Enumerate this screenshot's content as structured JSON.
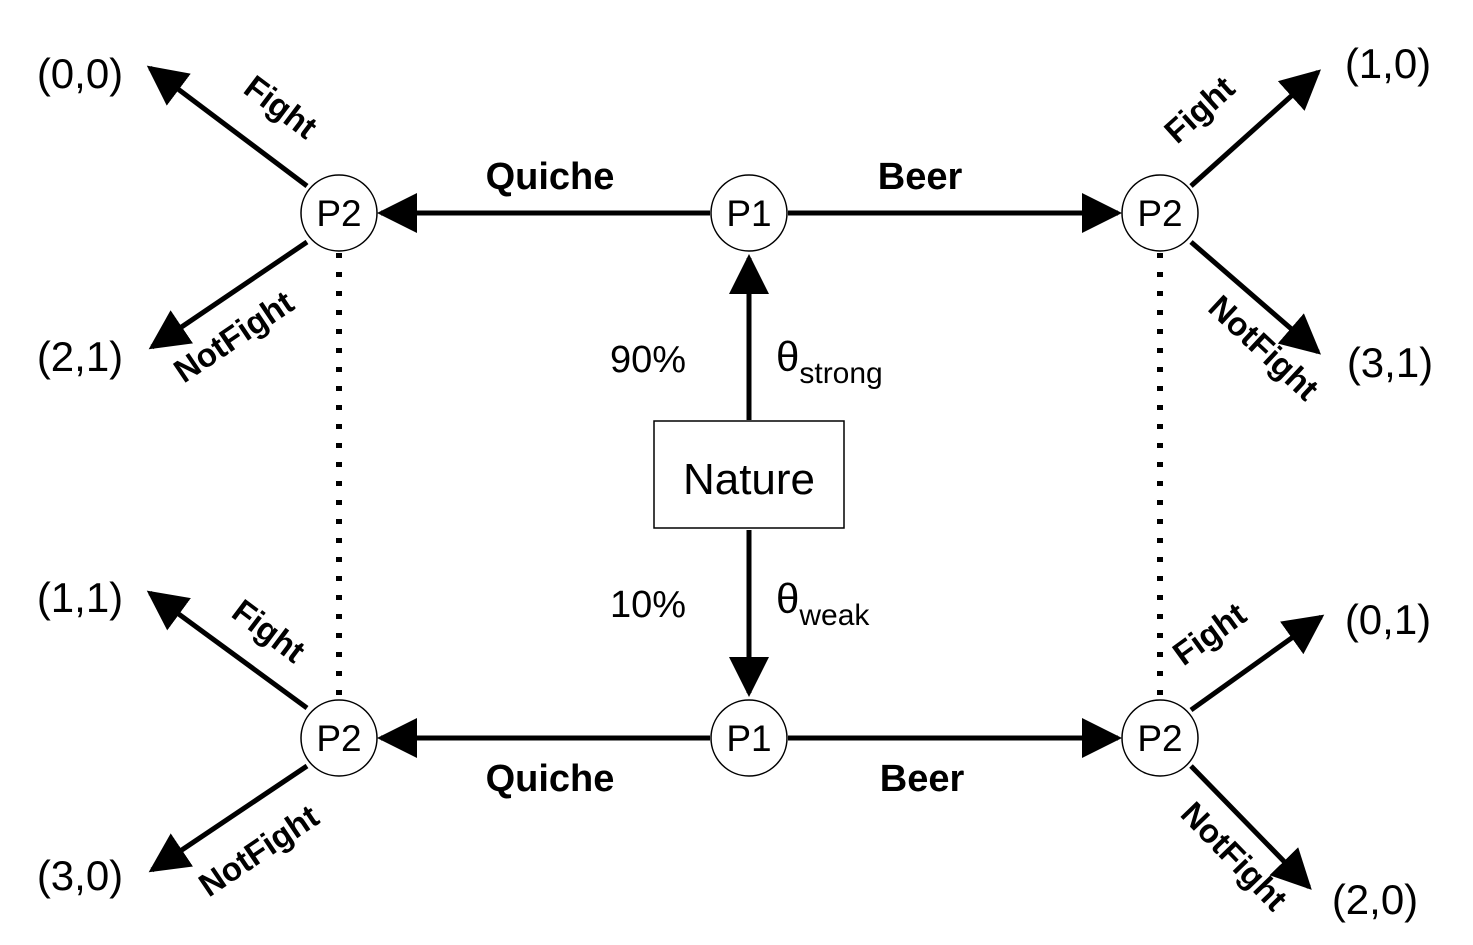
{
  "nature": {
    "label": "Nature"
  },
  "nodes": {
    "p1_top": "P1",
    "p1_bottom": "P1",
    "p2_top_left": "P2",
    "p2_top_right": "P2",
    "p2_bottom_left": "P2",
    "p2_bottom_right": "P2"
  },
  "types": {
    "strong": {
      "symbol": "θ",
      "subscript": "strong",
      "probability": "90%"
    },
    "weak": {
      "symbol": "θ",
      "subscript": "weak",
      "probability": "10%"
    }
  },
  "signals": {
    "top_left": "Quiche",
    "top_right": "Beer",
    "bottom_left": "Quiche",
    "bottom_right": "Beer"
  },
  "actions": {
    "tl_fight": "Fight",
    "tl_notfight": "NotFight",
    "tr_fight": "Fight",
    "tr_notfight": "NotFight",
    "bl_fight": "Fight",
    "bl_notfight": "NotFight",
    "br_fight": "Fight",
    "br_notfight": "NotFight"
  },
  "payoffs": {
    "tl_fight": "(0,0)",
    "tl_notfight": "(2,1)",
    "tr_fight": "(1,0)",
    "tr_notfight": "(3,1)",
    "bl_fight": "(1,1)",
    "bl_notfight": "(3,0)",
    "br_fight": "(0,1)",
    "br_notfight": "(2,0)"
  }
}
